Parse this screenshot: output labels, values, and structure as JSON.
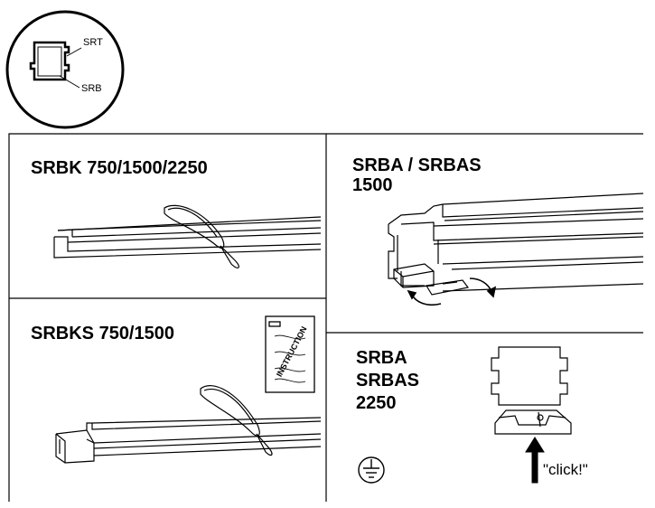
{
  "profile": {
    "top_label": "SRT",
    "bottom_label": "SRB"
  },
  "panels": {
    "srbk": {
      "title": "SRBK 750/1500/2250"
    },
    "srba": {
      "title_line1": "SRBA / SRBAS",
      "title_line2": "1500"
    },
    "srbks": {
      "title": "SRBKS 750/1500",
      "booklet_text": "INSTRUCTION"
    },
    "srba2250": {
      "line1": "SRBA",
      "line2": "SRBAS",
      "line3": "2250",
      "click_text": "\"click!\""
    }
  },
  "icons": [
    "ground-symbol-icon",
    "up-arrow-icon",
    "curved-arrow-icon"
  ]
}
